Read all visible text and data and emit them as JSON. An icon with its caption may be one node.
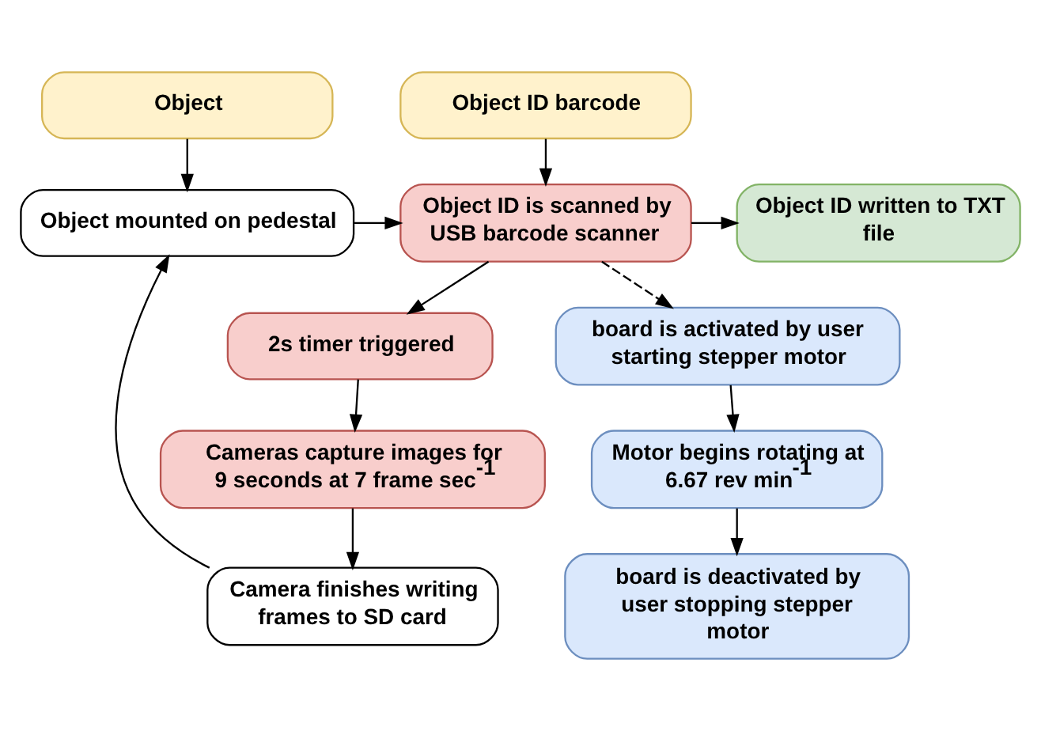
{
  "diagram": {
    "nodes": [
      {
        "text": [
          "Object"
        ]
      },
      {
        "text": [
          "Object ID barcode"
        ]
      },
      {
        "text": [
          "Object mounted on pedestal"
        ]
      },
      {
        "text": [
          "Object ID is scanned by USB barcode scanner"
        ]
      },
      {
        "text": [
          "Object ID written to TXT file"
        ]
      },
      {
        "text": [
          "2s timer triggered"
        ]
      },
      {
        "text": [
          "board is activated by user starting stepper motor"
        ]
      },
      {
        "text": [
          "Cameras capture images for 9 seconds at 7 frame sec$^{-1}$"
        ]
      },
      {
        "text": [
          "Motor begins rotating at 6.67 rev min$^{-1}$"
        ]
      },
      {
        "text": [
          "Camera finishes writing frames to SD card"
        ]
      },
      {
        "text": [
          "board is deactivated by user stopping stepper motor"
        ]
      }
    ],
    "edges": [
      {
        "from": 0,
        "to": 2,
        "arrow": "to"
      },
      {
        "from": 1,
        "to": 3,
        "arrow": "to"
      },
      {
        "from": 2,
        "to": 3,
        "arrow": "to"
      },
      {
        "from": 3,
        "to": 4,
        "arrow": "to"
      },
      {
        "from": 3,
        "to": 5,
        "arrow": "to"
      },
      {
        "from": 3,
        "to": 6,
        "arrow": "to",
        "style": "dashed"
      },
      {
        "from": 5,
        "to": 7,
        "arrow": "to"
      },
      {
        "from": 7,
        "to": 9,
        "arrow": "to"
      },
      {
        "from": 9,
        "to": 2,
        "arrow": "to"
      },
      {
        "from": 6,
        "to": 8,
        "arrow": "to"
      },
      {
        "from": 8,
        "to": 10,
        "arrow": "to"
      }
    ]
  }
}
